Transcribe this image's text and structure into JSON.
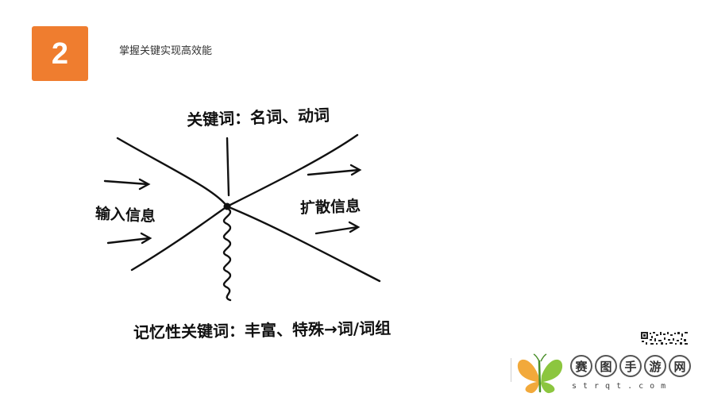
{
  "slide": {
    "number": "2",
    "title": "掌握关键实现高效能",
    "accent_color": "#ef7d2f"
  },
  "diagram": {
    "top_label": "关键词：名词、动词",
    "left_label": "输入信息",
    "right_label": "扩散信息",
    "bottom_label": "记忆性关键词：丰富、特殊→词/词组"
  },
  "watermark": {
    "brand_chars": [
      "赛",
      "图",
      "手",
      "游",
      "网"
    ],
    "url": "strqt.com",
    "logo_icon": "butterfly-logo-icon"
  }
}
